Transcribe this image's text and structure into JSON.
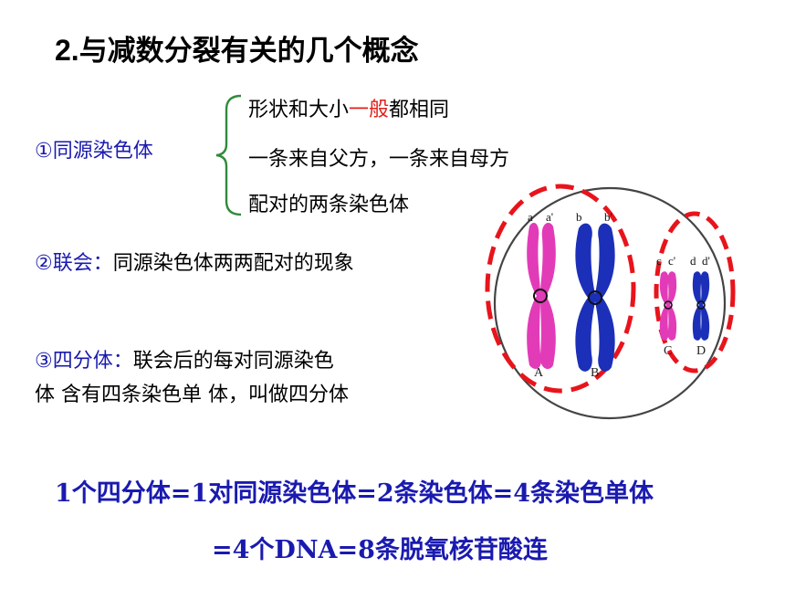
{
  "title": {
    "num": "2.",
    "text": "与减数分裂有关的几个概念"
  },
  "concept1": {
    "term": "①同源染色体",
    "features": [
      {
        "before": "形状和大小",
        "highlight": "一般",
        "after": "都相同"
      },
      {
        "text": "一条来自父方，一条来自母方"
      },
      {
        "text": "配对的两条染色体"
      }
    ]
  },
  "concept2": {
    "term": "②联会：",
    "desc": "同源染色体两两配对的现象"
  },
  "concept3": {
    "term": "③四分体：",
    "desc_line1": "联会后的每对同源染色",
    "desc_line2": "体 含有四条染色单 体，叫做四分体"
  },
  "formula": {
    "line1": "1个四分体=1对同源染色体=2条染色体=4条染色单体",
    "line2": "=4个DNA=8条脱氧核苷酸连"
  },
  "diagram": {
    "chromatid_labels": [
      "a",
      "a'",
      "b",
      "b'",
      "c",
      "c'",
      "d",
      "d'"
    ],
    "chromosome_labels": [
      "A",
      "B",
      "C",
      "D"
    ],
    "colors": {
      "magenta": "#e23bb8",
      "blue": "#1c2fb8",
      "dash_red": "#e8141c"
    }
  }
}
